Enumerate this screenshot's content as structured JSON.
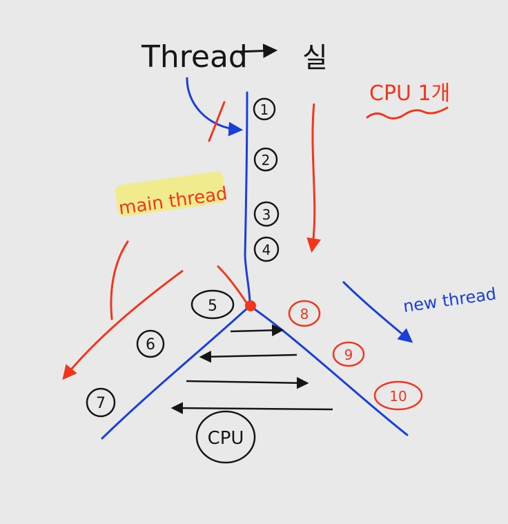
{
  "title": {
    "left": "Thread",
    "right": "실"
  },
  "annotations": {
    "cpu_count": "CPU 1개",
    "main_thread": "main thread",
    "new_thread": "new thread",
    "cpu_center": "CPU"
  },
  "steps": {
    "main": [
      "1",
      "2",
      "3",
      "4"
    ],
    "left_branch": [
      "5",
      "6",
      "7"
    ],
    "right_branch": [
      "8",
      "9",
      "10"
    ]
  },
  "colors": {
    "background": "#e9e9e9",
    "ink_black": "#151515",
    "ink_red": "#f0361c",
    "ink_blue": "#1a3fd6",
    "highlight": "#f1ec7c"
  }
}
